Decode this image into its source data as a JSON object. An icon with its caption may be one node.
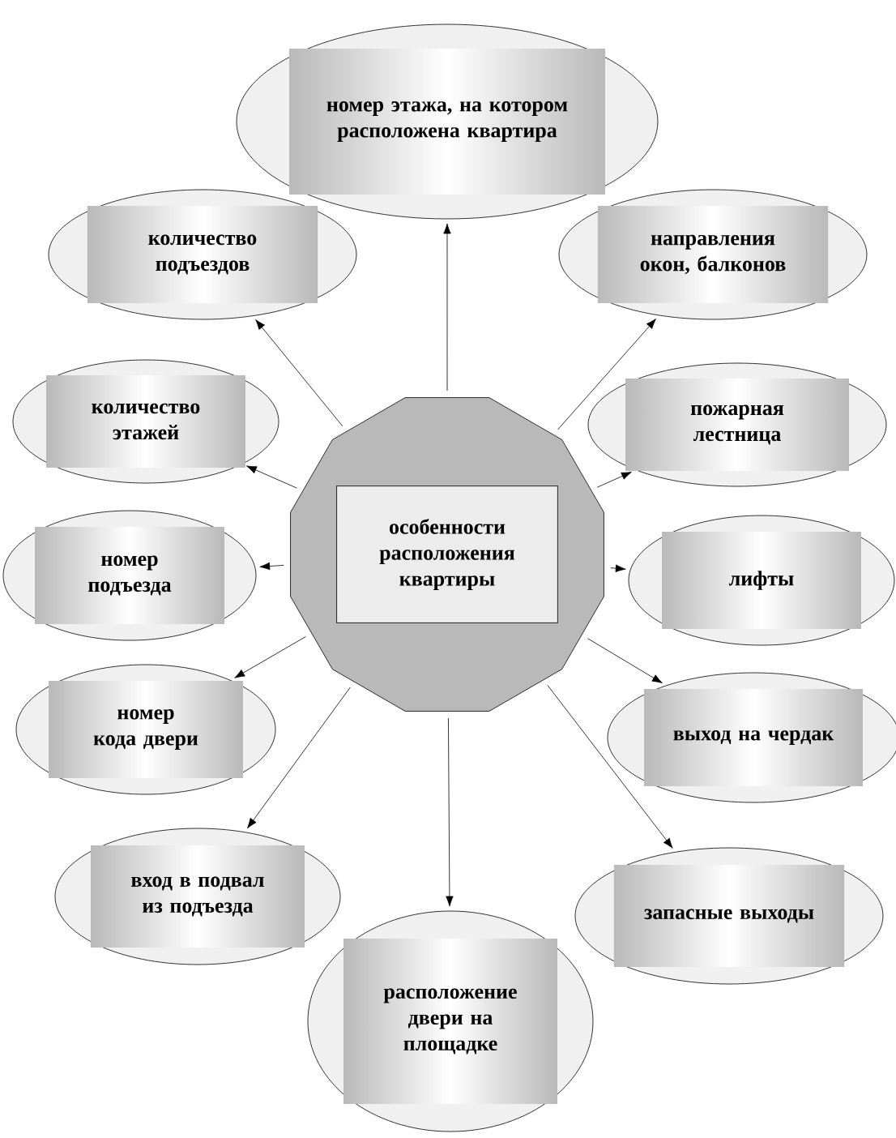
{
  "diagram": {
    "nodes": [
      {
        "text": [
          "особенности расположения квартиры"
        ]
      },
      {
        "text": [
          "номер этажа, на котором расположена квартира"
        ]
      },
      {
        "text": [
          "количество подъездов"
        ]
      },
      {
        "text": [
          "направления окон, балконов"
        ]
      },
      {
        "text": [
          "количество этажей"
        ]
      },
      {
        "text": [
          "пожарная лестница"
        ]
      },
      {
        "text": [
          "номер подъезда"
        ]
      },
      {
        "text": [
          "лифты"
        ]
      },
      {
        "text": [
          "номер кода двери"
        ]
      },
      {
        "text": [
          "выход на чердак"
        ]
      },
      {
        "text": [
          "вход в подвал из подъезда"
        ]
      },
      {
        "text": [
          "запасные выходы"
        ]
      },
      {
        "text": [
          "расположение двери на площадке"
        ]
      }
    ],
    "edges": [
      {
        "from": 0,
        "to": 1,
        "arrow": "to"
      },
      {
        "from": 0,
        "to": 2,
        "arrow": "to"
      },
      {
        "from": 0,
        "to": 3,
        "arrow": "to"
      },
      {
        "from": 0,
        "to": 4,
        "arrow": "to"
      },
      {
        "from": 0,
        "to": 5,
        "arrow": "to"
      },
      {
        "from": 0,
        "to": 6,
        "arrow": "to"
      },
      {
        "from": 0,
        "to": 7,
        "arrow": "to"
      },
      {
        "from": 0,
        "to": 8,
        "arrow": "to"
      },
      {
        "from": 0,
        "to": 9,
        "arrow": "to"
      },
      {
        "from": 0,
        "to": 10,
        "arrow": "to"
      },
      {
        "from": 0,
        "to": 11,
        "arrow": "to"
      },
      {
        "from": 0,
        "to": 12,
        "arrow": "to"
      }
    ]
  }
}
